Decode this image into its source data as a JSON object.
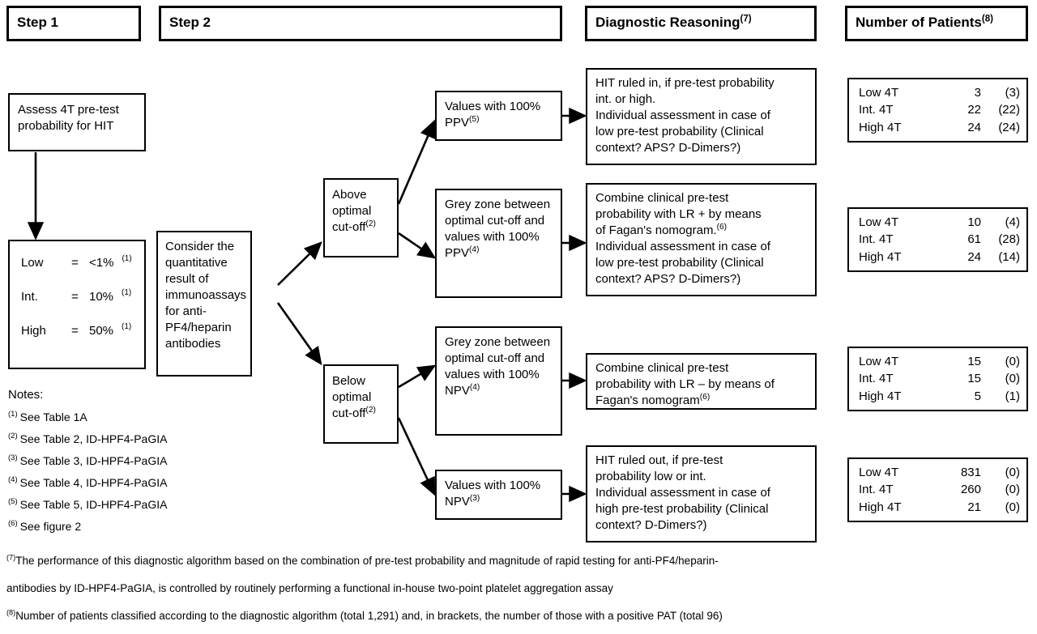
{
  "headers": {
    "step1": "Step 1",
    "step2": "Step 2",
    "diagnostic_reasoning": "Diagnostic Reasoning",
    "diagnostic_reasoning_sup": "(7)",
    "number_of_patients": "Number of Patients",
    "number_of_patients_sup": "(8)"
  },
  "step1": {
    "assess_box": "Assess 4T pre-test probability for HIT",
    "prob_rows": [
      {
        "label": "Low",
        "eq": "=",
        "value": "<1%",
        "sup": "(1)"
      },
      {
        "label": "Int.",
        "eq": "=",
        "value": "10%",
        "sup": "(1)"
      },
      {
        "label": "High",
        "eq": "=",
        "value": "50%",
        "sup": "(1)"
      }
    ]
  },
  "step2": {
    "consider_box": "Consider the quantitative result of immunoassays for anti-PF4/heparin antibodies",
    "above_cutoff": "Above optimal cut-off",
    "above_cutoff_sup": "(2)",
    "below_cutoff": "Below optimal cut-off",
    "below_cutoff_sup": "(2)",
    "branches": [
      {
        "text": "Values with 100% PPV",
        "sup": "(5)"
      },
      {
        "text": "Grey zone between optimal cut-off and values with 100% PPV",
        "sup": "(4)"
      },
      {
        "text": "Grey zone between optimal cut-off and values with 100% NPV",
        "sup": "(4)"
      },
      {
        "text": "Values with 100% NPV",
        "sup": "(3)"
      }
    ]
  },
  "reasoning": [
    {
      "lines": [
        "HIT ruled in, if pre-test probability",
        "int. or high.",
        "Individual assessment in case of",
        "low pre-test probability (Clinical",
        "context? APS? D-Dimers?)"
      ],
      "sup_after_line": null,
      "sup": ""
    },
    {
      "lines": [
        "Combine clinical pre-test",
        "probability with LR + by means",
        "of Fagan's nomogram.",
        "Individual assessment in case of",
        "low pre-test probability (Clinical",
        "context? APS? D-Dimers?)"
      ],
      "sup_after_line": 2,
      "sup": "(6)"
    },
    {
      "lines": [
        "Combine clinical pre-test",
        "probability with LR – by means of",
        "Fagan's nomogram"
      ],
      "sup_after_line": 2,
      "sup": "(6)"
    },
    {
      "lines": [
        "HIT ruled out, if pre-test",
        "probability low or int.",
        "Individual assessment in case of",
        "high pre-test probability (Clinical",
        "context? D-Dimers?)"
      ],
      "sup_after_line": null,
      "sup": ""
    }
  ],
  "patient_tables": [
    {
      "rows": [
        {
          "label": "Low 4T",
          "n": "3",
          "paren": "(3)"
        },
        {
          "label": "Int. 4T",
          "n": "22",
          "paren": "(22)"
        },
        {
          "label": "High 4T",
          "n": "24",
          "paren": "(24)"
        }
      ]
    },
    {
      "rows": [
        {
          "label": "Low 4T",
          "n": "10",
          "paren": "(4)"
        },
        {
          "label": "Int. 4T",
          "n": "61",
          "paren": "(28)"
        },
        {
          "label": "High 4T",
          "n": "24",
          "paren": "(14)"
        }
      ]
    },
    {
      "rows": [
        {
          "label": "Low 4T",
          "n": "15",
          "paren": "(0)"
        },
        {
          "label": "Int. 4T",
          "n": "15",
          "paren": "(0)"
        },
        {
          "label": "High 4T",
          "n": "5",
          "paren": "(1)"
        }
      ]
    },
    {
      "rows": [
        {
          "label": "Low 4T",
          "n": "831",
          "paren": "(0)"
        },
        {
          "label": "Int. 4T",
          "n": "260",
          "paren": "(0)"
        },
        {
          "label": "High 4T",
          "n": "21",
          "paren": "(0)"
        }
      ]
    }
  ],
  "notes": {
    "title": "Notes:",
    "items": [
      {
        "sup": "(1)",
        "text": "See  Table 1A"
      },
      {
        "sup": "(2)",
        "text": "See  Table 2, ID-HPF4-PaGIA"
      },
      {
        "sup": "(3)",
        "text": "See  Table 3, ID-HPF4-PaGIA"
      },
      {
        "sup": "(4)",
        "text": "See  Table 4, ID-HPF4-PaGIA"
      },
      {
        "sup": "(5)",
        "text": "See  Table 5, ID-HPF4-PaGIA"
      },
      {
        "sup": "(6)",
        "text": "See figure 2"
      }
    ]
  },
  "footnotes": [
    {
      "sup": "(7)",
      "line1": "The performance of this diagnostic algorithm based on the combination of pre-test probability and magnitude of rapid testing for anti-PF4/heparin-",
      "line2": "antibodies by ID-HPF4-PaGIA, is controlled by routinely performing a functional in-house two-point platelet aggregation assay"
    },
    {
      "sup": "(8)",
      "line1": "Number of patients classified according to the diagnostic algorithm (total 1,291) and, in brackets, the number of those with a positive PAT (total 96)",
      "line2": ""
    }
  ],
  "colors": {
    "ink": "#000000",
    "paper": "#ffffff"
  }
}
